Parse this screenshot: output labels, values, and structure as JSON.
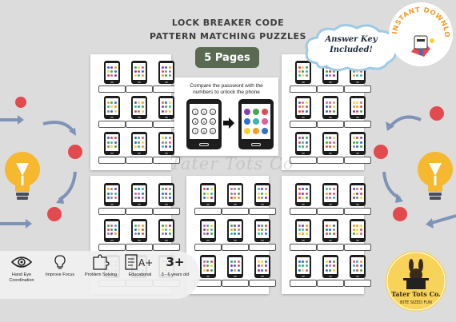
{
  "header": {
    "title_line1": "LOCK BREAKER CODE",
    "title_line2": "PATTERN MATCHING PUZZLES",
    "pages_badge": "5 Pages"
  },
  "center_card": {
    "instruction": "Compare the password with the numbers to unlock the phone",
    "keypad_numbers": [
      "1",
      "2",
      "3",
      "4",
      "5",
      "6",
      "7",
      "8",
      "9"
    ]
  },
  "watermark": "Tater Tots Co",
  "answer_key": {
    "line1": "Answer Key",
    "line2": "Included!"
  },
  "instant_badge": {
    "text": "INSTANT DOWNLOAD"
  },
  "features": [
    {
      "label": "Hand Eye Coordination",
      "icon": "eye-icon"
    },
    {
      "label": "Improve Focus",
      "icon": "lightbulb-icon"
    },
    {
      "label": "Problem Solving",
      "icon": "puzzle-icon"
    },
    {
      "label": "Educational",
      "icon": "grade-a-plus-icon"
    },
    {
      "label": "3 - 6 years old",
      "big": "3+",
      "icon": "age-icon"
    }
  ],
  "logo": {
    "name": "Tater Tots Co.",
    "tagline": "BITE SIZED FUN"
  },
  "colors": {
    "background": "#dcdcdc",
    "badge_green": "#5a6a52",
    "dot_red": "#e34a4f",
    "dot_orange": "#f49b2a",
    "dot_yellow": "#f6d233",
    "dot_green": "#41a84e",
    "dot_blue": "#2f6fd0",
    "dot_purple": "#8a3fb0",
    "dot_teal": "#35b6b2",
    "dot_pink": "#e65c9a",
    "dot_grey": "#8a8a8a",
    "arrow_blue": "#7f93b8",
    "bulb_yellow": "#f5b82e",
    "logo_yellow": "#f7d35a"
  }
}
